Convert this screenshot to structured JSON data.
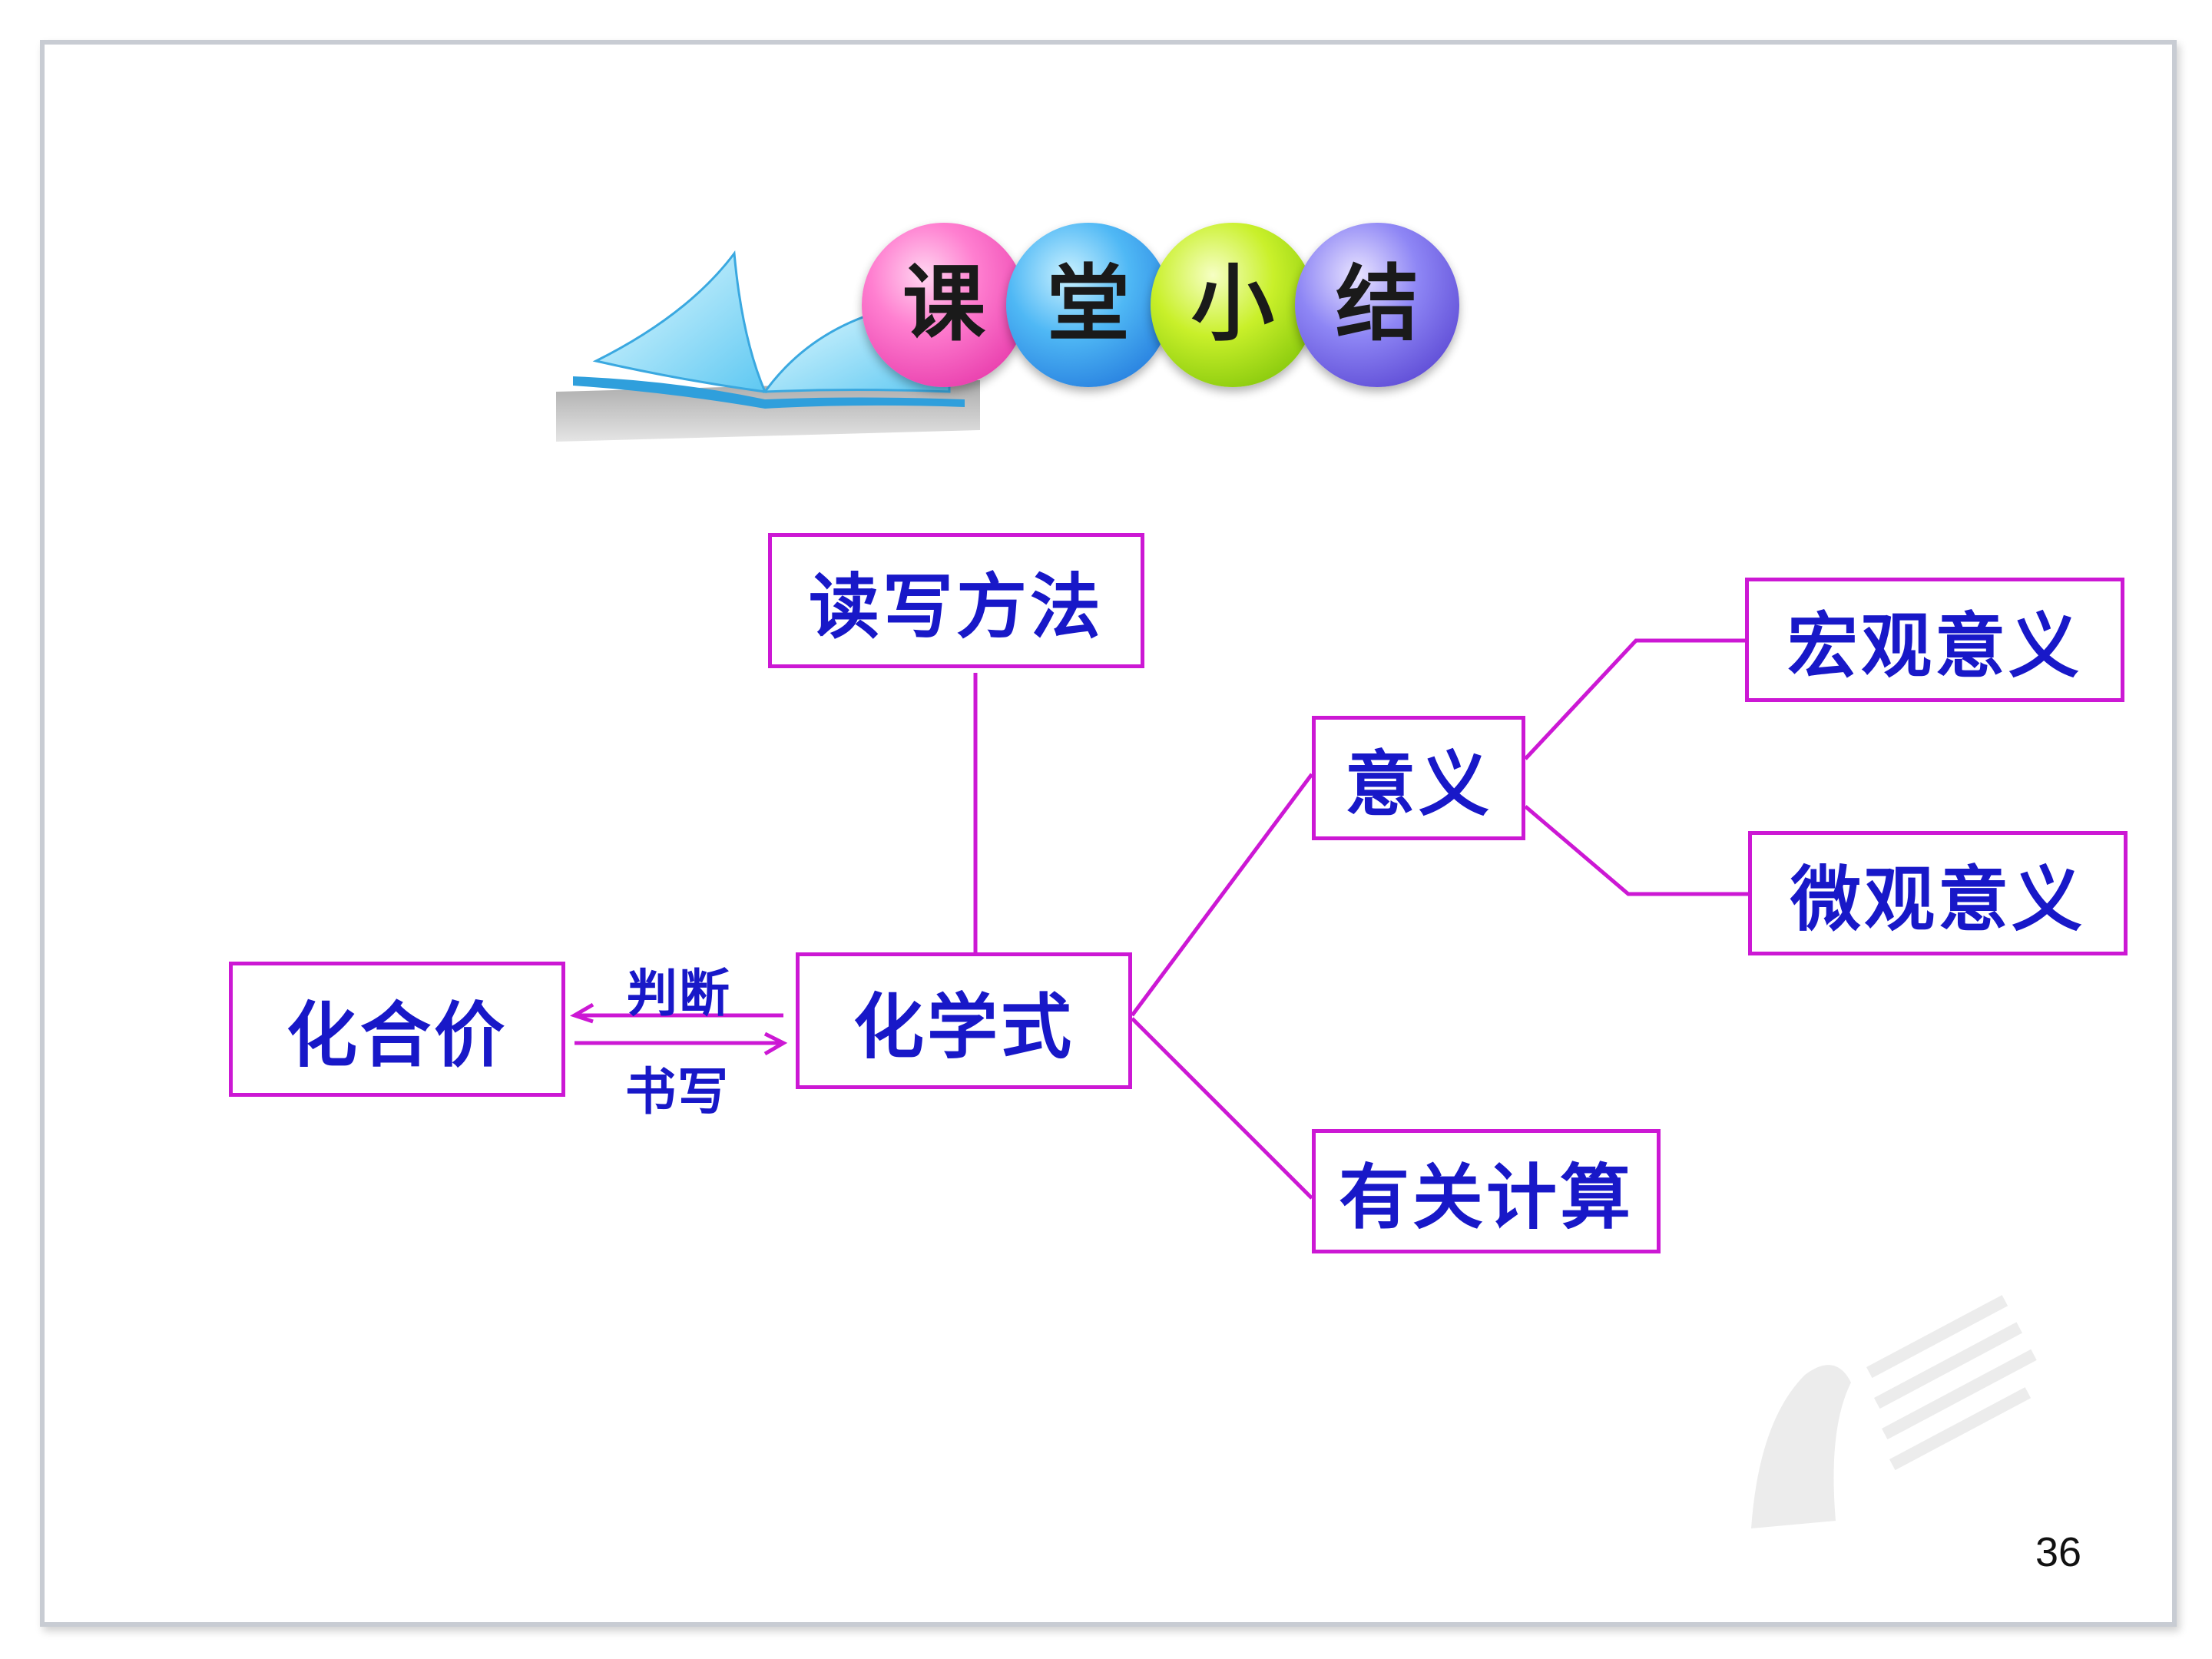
{
  "title": {
    "chars": [
      "课",
      "堂",
      "小",
      "结"
    ]
  },
  "nodes": {
    "read_write_method": "读写方法",
    "chemical_formula": "化学式",
    "valence": "化合价",
    "meaning": "意义",
    "macro_meaning": "宏观意义",
    "micro_meaning": "微观意义",
    "related_calc": "有关计算"
  },
  "edge_labels": {
    "judge": "判断",
    "write": "书写"
  },
  "colors": {
    "node_border": "#cc18d4",
    "node_text": "#1818c8",
    "connector": "#cc18d4"
  },
  "page_number": "36"
}
